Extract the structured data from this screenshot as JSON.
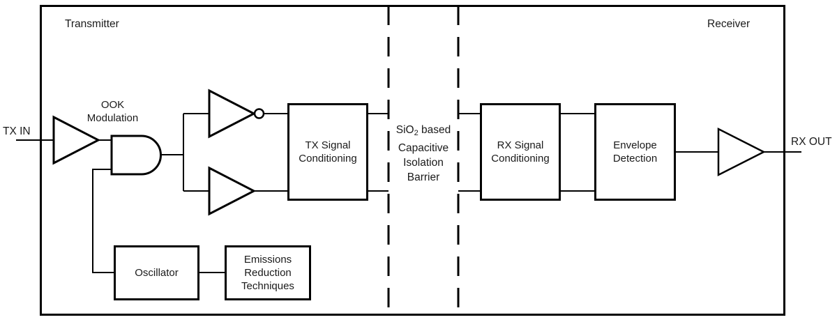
{
  "colors": {
    "line": "#000000",
    "text": "#1a1a1a",
    "background": "#ffffff"
  },
  "regions": {
    "transmitter_label": "Transmitter",
    "receiver_label": "Receiver"
  },
  "ports": {
    "input_label": "TX IN",
    "output_label": "RX OUT"
  },
  "gates": {
    "ook_line1": "OOK",
    "ook_line2": "Modulation",
    "input_buffer": "buffer",
    "and_gate": "AND gate",
    "inverter": "inverter with bubble",
    "branch_buffer": "buffer",
    "output_buffer": "buffer"
  },
  "blocks": {
    "tx_conditioning": "TX Signal Conditioning",
    "rx_conditioning": "RX Signal Conditioning",
    "envelope_detection": "Envelope Detection",
    "oscillator": "Oscillator",
    "emissions_reduction": "Emissions Reduction Techniques"
  },
  "barrier": {
    "line1_prefix": "SiO",
    "line1_sub": "2",
    "line1_suffix": " based",
    "line2": "Capacitive",
    "line3": "Isolation",
    "line4": "Barrier"
  }
}
